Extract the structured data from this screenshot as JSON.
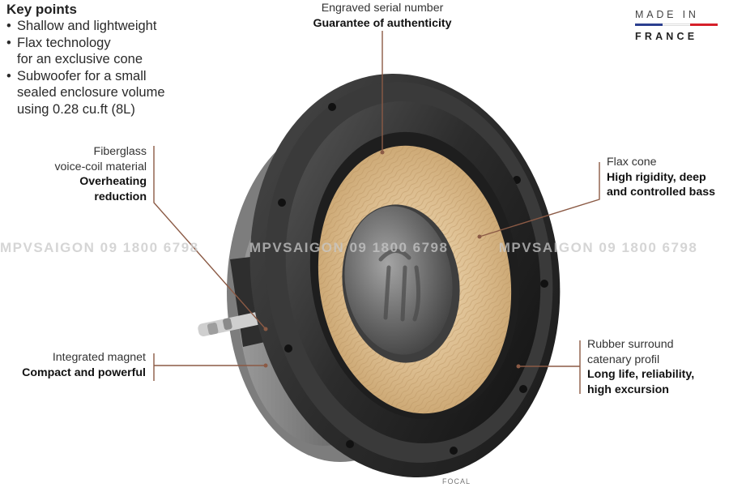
{
  "key_points": {
    "title": "Key points",
    "items": [
      "Shallow and lightweight",
      "Flax technology",
      "for an exclusive cone",
      "Subwoofer for a small",
      "sealed enclosure volume",
      "using 0.28 cu.ft (8L)"
    ]
  },
  "callouts": {
    "serial": {
      "line1": "Engraved serial number",
      "line2": "Guarantee of authenticity"
    },
    "fiberglass": {
      "line1": "Fiberglass",
      "line2": "voice-coil material",
      "bold1": "Overheating",
      "bold2": "reduction"
    },
    "flax": {
      "line1": "Flax cone",
      "bold1": "High rigidity, deep",
      "bold2": "and controlled bass"
    },
    "magnet": {
      "line1": "Integrated magnet",
      "bold1": "Compact and powerful"
    },
    "surround": {
      "line1": "Rubber surround",
      "line2": "catenary profil",
      "bold1": "Long life, reliability,",
      "bold2": "high excursion"
    }
  },
  "made_in": {
    "top": "MADE IN",
    "bottom": "FRANCE",
    "flag_colors": [
      "#2b3f8f",
      "#ffffff",
      "#d6202a"
    ]
  },
  "watermark": "MPVSAIGON 09 1800 6798          MPVSAIGON 09 1800 6798          MPVSAIGON 09 1800 6798",
  "brand_mark": "FOCAL",
  "colors": {
    "leader": "#8b5a45",
    "flax": "#d9ba8c",
    "rubber": "#2e2e2e",
    "dustcap": "#7a7a7a"
  }
}
